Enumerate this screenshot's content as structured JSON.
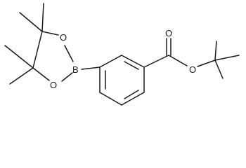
{
  "molecule": {
    "atom_labels": {
      "boron": "B",
      "ring_oxygen_upper": "O",
      "ring_oxygen_lower": "O",
      "carbonyl_oxygen": "O",
      "ester_oxygen": "O"
    },
    "colors": {
      "line": "#1a1a1a",
      "background": "#ffffff"
    }
  }
}
